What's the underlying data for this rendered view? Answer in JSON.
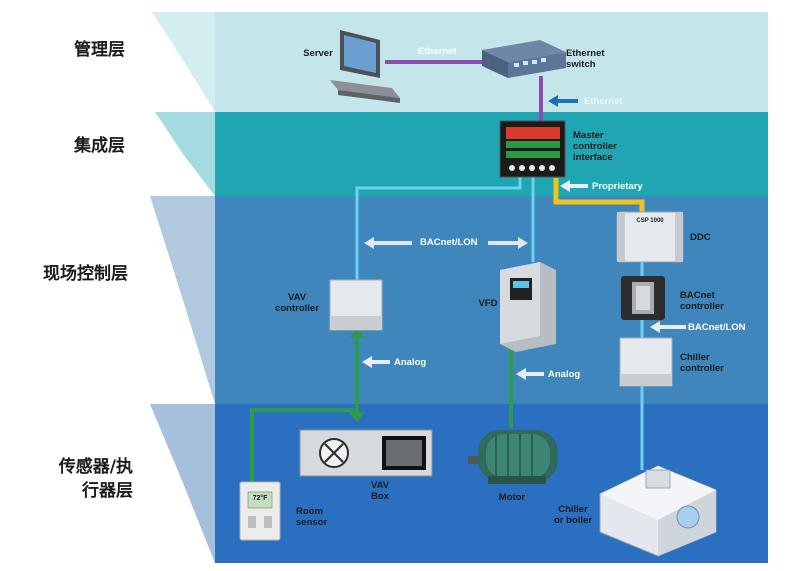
{
  "layers": [
    {
      "name": "管理层"
    },
    {
      "name": "集成层"
    },
    {
      "name": "现场控制层"
    },
    {
      "name": "传感器/执\n行器层"
    }
  ],
  "devices": {
    "server": "Server",
    "ethernet_switch": "Ethernet\nswitch",
    "master_controller": "Master\ncontroller\ninterface",
    "ddc": "DDC",
    "ddc_panel_text": "CSP 1000",
    "vav_controller": "VAV\ncontroller",
    "vfd": "VFD",
    "bacnet_controller": "BACnet\ncontroller",
    "chiller_controller": "Chiller\ncontroller",
    "vav_box": "VAV\nBox",
    "room_sensor": "Room\nsensor",
    "room_sensor_display": "72°F",
    "motor": "Motor",
    "chiller_boiler": "Chiller\nor boiler"
  },
  "connections": {
    "ethernet_top": "Ethernet",
    "ethernet_vertical": "Ethernet",
    "proprietary": "Proprietary",
    "bacnet_lon_field": "BACnet/LON",
    "bacnet_lon_right": "BACnet/LON",
    "analog_vav": "Analog",
    "analog_vfd": "Analog"
  },
  "colors": {
    "band_management": "#c4e6ea",
    "band_integration": "#20a6b2",
    "band_field": "#3f86bd",
    "band_sensor": "#2b70c0",
    "wire_ethernet": "#8a4cad",
    "wire_bacnet": "#6ed0f2",
    "wire_analog": "#2e9a4c",
    "wire_proprietary": "#f0c21e"
  }
}
